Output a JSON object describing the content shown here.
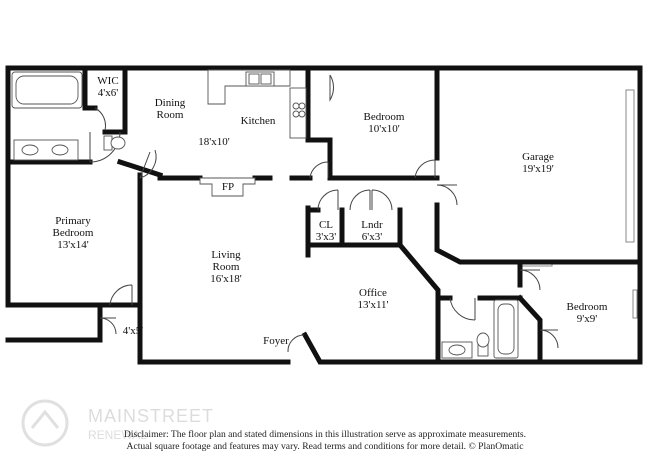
{
  "rooms": {
    "wic": {
      "name": "WIC",
      "dim": "4'x6'"
    },
    "dining": {
      "name_line1": "Dining",
      "name_line2": "Room"
    },
    "kitchen": {
      "name": "Kitchen",
      "dim": "18'x10'"
    },
    "bedroom1": {
      "name": "Bedroom",
      "dim": "10'x10'"
    },
    "garage": {
      "name": "Garage",
      "dim": "19'x19'"
    },
    "fireplace": {
      "name": "FP"
    },
    "primary": {
      "name_line1": "Primary",
      "name_line2": "Bedroom",
      "dim": "13'x14'"
    },
    "closet": {
      "name": "CL",
      "dim": "3'x3'"
    },
    "laundry": {
      "name": "Lndr",
      "dim": "6'x3'"
    },
    "living": {
      "name_line1": "Living",
      "name_line2": "Room",
      "dim": "16'x18'"
    },
    "office": {
      "name": "Office",
      "dim": "13'x11'"
    },
    "bedroom2": {
      "name": "Bedroom",
      "dim": "9'x9'"
    },
    "small_closet": {
      "dim": "4'x5'"
    },
    "foyer": {
      "name": "Foyer"
    }
  },
  "disclaimer": {
    "line1": "Disclaimer: The floor plan and stated dimensions in this illustration serve as approximate measurements.",
    "line2": "Actual square footage and features may vary. Read terms and conditions for more detail. © PlanOmatic"
  },
  "watermark": {
    "text": "MAINSTREET",
    "sub": "RENEWAL"
  }
}
